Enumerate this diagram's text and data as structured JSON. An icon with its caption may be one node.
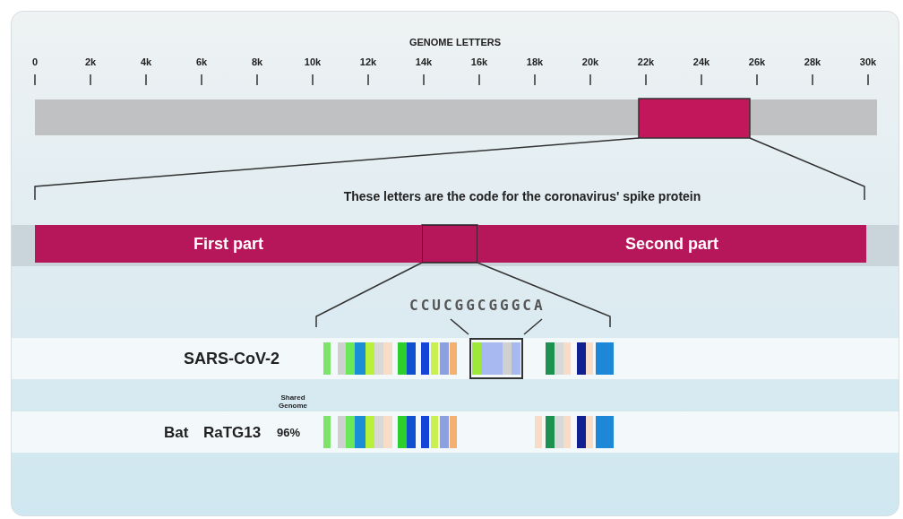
{
  "diagram": {
    "nodes": [
      {
        "text": [
          "First part"
        ]
      },
      {
        "text": [
          "Second part"
        ]
      }
    ],
    "labels": [
      "GENOME LETTERS",
      "0",
      "2k",
      "4k",
      "6k",
      "8k",
      "10k",
      "12k",
      "14k",
      "16k",
      "18k",
      "20k",
      "22k",
      "24k",
      "26k",
      "28k",
      "30k",
      "These letters are the code for the coronavirus' spike protein",
      "CCUCGGCGGGCA",
      "SARS-CoV-2",
      "Shared Genome",
      "Bat",
      "RaTG13",
      "96%"
    ]
  }
}
